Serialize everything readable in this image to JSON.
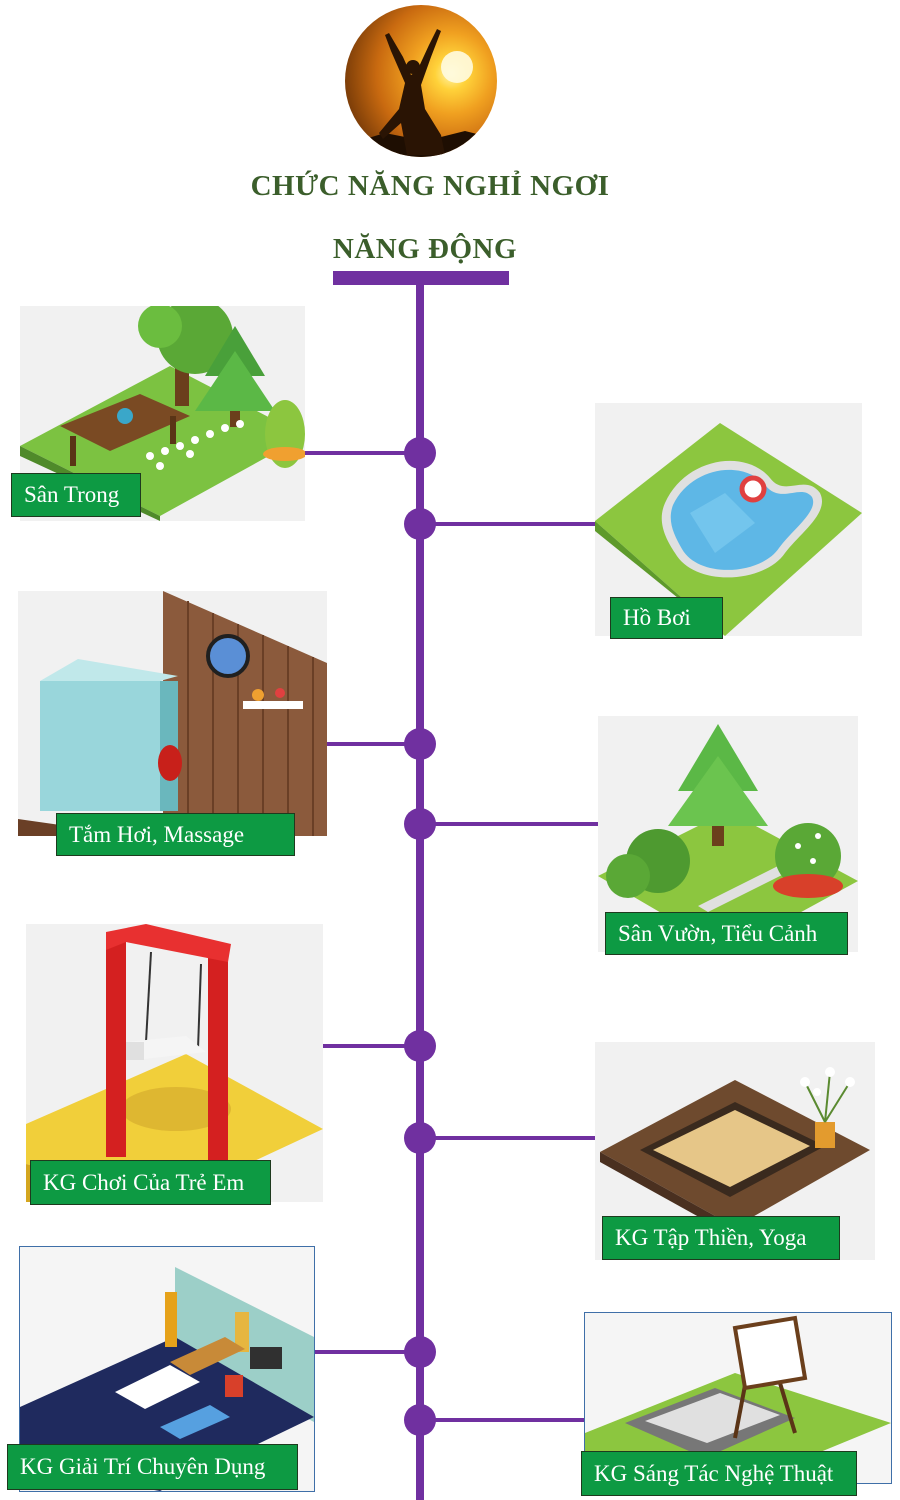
{
  "header": {
    "title_line1": "CHỨC NĂNG NGHỈ NGƠI",
    "title_line2": "NĂNG ĐỘNG"
  },
  "colors": {
    "accent": "#7030a0",
    "label_bg": "#0d9a43",
    "title": "#3b5e2b"
  },
  "items": [
    {
      "label": "Sân Trong",
      "side": "left",
      "icon": "courtyard-illustration"
    },
    {
      "label": "Hồ Bơi",
      "side": "right",
      "icon": "pool-illustration"
    },
    {
      "label": "Tắm Hơi, Massage",
      "side": "left",
      "icon": "sauna-illustration"
    },
    {
      "label": "Sân Vườn, Tiểu Cảnh",
      "side": "right",
      "icon": "garden-illustration"
    },
    {
      "label": "KG Chơi Của Trẻ Em",
      "side": "left",
      "icon": "swing-illustration"
    },
    {
      "label": "KG Tập Thiền, Yoga",
      "side": "right",
      "icon": "yoga-mat-illustration"
    },
    {
      "label": "KG Giải Trí Chuyên Dụng",
      "side": "left",
      "icon": "game-room-illustration"
    },
    {
      "label": "KG Sáng Tác Nghệ Thuật",
      "side": "right",
      "icon": "easel-illustration"
    }
  ]
}
